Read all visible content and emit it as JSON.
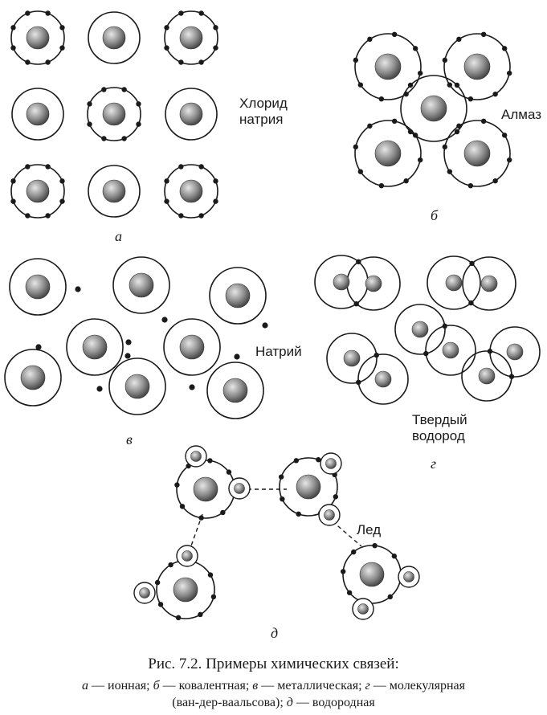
{
  "panels": {
    "a": {
      "letter": "а",
      "label": [
        "Хлорид",
        "натрия"
      ]
    },
    "b": {
      "letter": "б",
      "label": [
        "Алмаз"
      ]
    },
    "v": {
      "letter": "в",
      "label": [
        "Натрий"
      ]
    },
    "g": {
      "letter": "г",
      "label": [
        "Твердый",
        "водород"
      ]
    },
    "d": {
      "letter": "д",
      "label": [
        "Лед"
      ]
    }
  },
  "caption": {
    "title": "Рис. 7.2. Примеры химических связей:",
    "items": [
      {
        "letter": "а",
        "text": " — ионная; "
      },
      {
        "letter": "б",
        "text": " — ковалентная; "
      },
      {
        "letter": "в",
        "text": " — металлическая; "
      },
      {
        "letter": "г",
        "text": " — молекулярная"
      }
    ],
    "line2_prefix": "(ван-дер-ваальсова); ",
    "line2_item": {
      "letter": "д",
      "text": " — водородная"
    }
  },
  "colors": {
    "ink": "#1a1a1a",
    "nucleus_light": "#d8d8d8",
    "nucleus_dark": "#555555"
  }
}
